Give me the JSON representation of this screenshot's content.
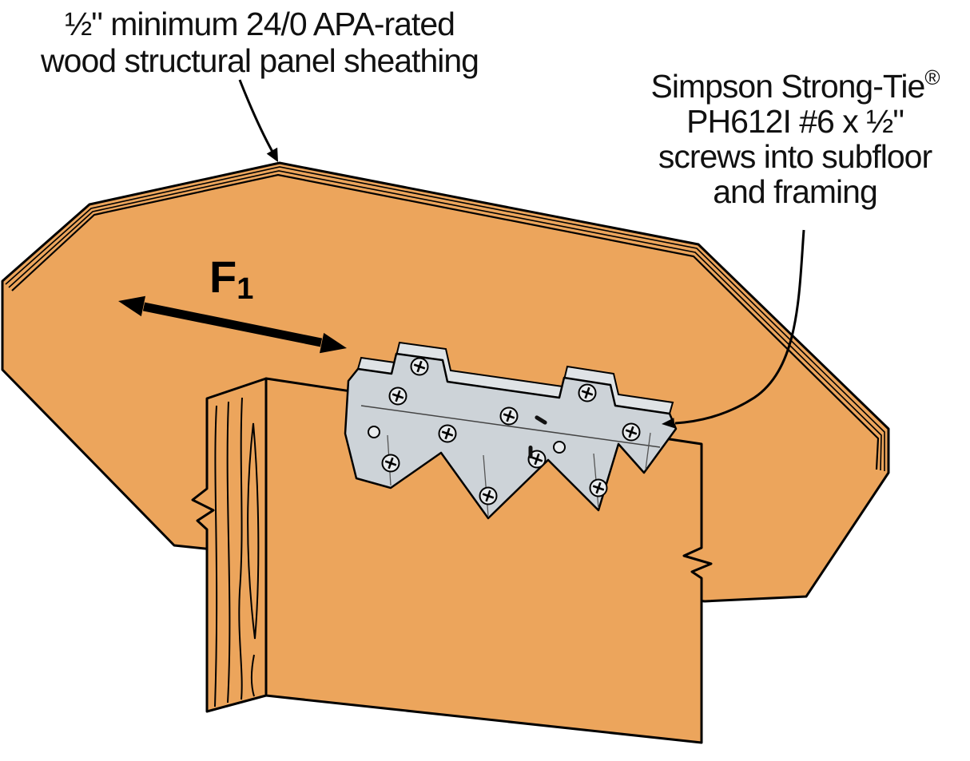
{
  "diagram": {
    "labels": {
      "sheathing": {
        "line1": "½\" minimum 24/0 APA-rated",
        "line2": "wood structural panel sheathing"
      },
      "screws": {
        "brand": "Simpson Strong-Tie",
        "registered": "®",
        "line2": "PH612I #6 x ½\"",
        "line3": "screws into subfloor",
        "line4": "and framing"
      },
      "force": {
        "symbol": "F",
        "subscript": "1"
      }
    },
    "colors": {
      "wood": "#ECA55C",
      "metal": "#CDD3D8",
      "metal_flange": "#DFE3E6",
      "screw_head": "#E9ECEE",
      "outline": "#000000",
      "background": "#FFFFFF"
    }
  }
}
